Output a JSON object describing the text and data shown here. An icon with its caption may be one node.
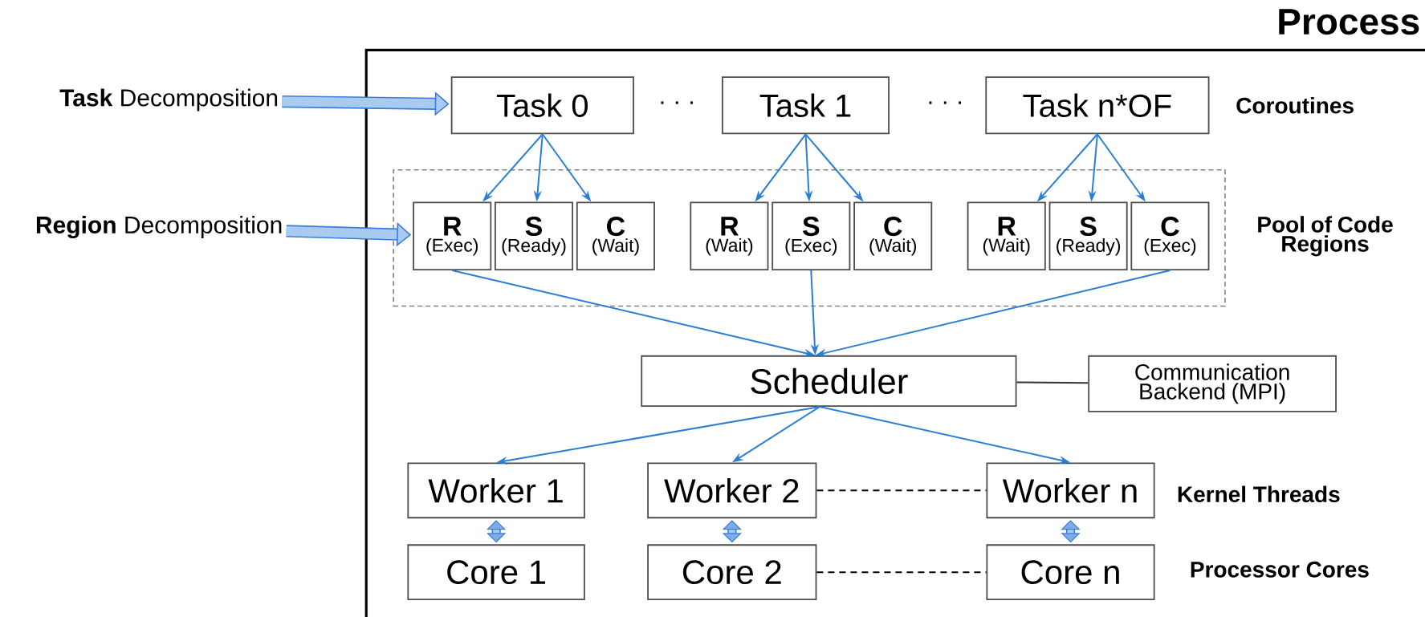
{
  "diagram": {
    "nodes": [
      {
        "text": [
          "Process"
        ]
      },
      {
        "text": [
          "**Task** Decomposition"
        ]
      },
      {
        "text": [
          "Task 0"
        ],
        "in": 0
      },
      {
        "text": [
          "Task 1"
        ],
        "in": 0
      },
      {
        "text": [
          "Task n*OF"
        ],
        "in": 0
      },
      {
        "text": [
          "**Region** Decomposition"
        ]
      },
      {
        "text": [
          "Pool of Code Regions"
        ],
        "in": 0
      },
      {
        "text": [
          "R",
          "(Exec)"
        ],
        "in": 6
      },
      {
        "text": [
          "S",
          "(Ready)"
        ],
        "in": 6
      },
      {
        "text": [
          "C",
          "(Wait)"
        ],
        "in": 6
      },
      {
        "text": [
          "R",
          "(Wait)"
        ],
        "in": 6
      },
      {
        "text": [
          "S",
          "(Exec)"
        ],
        "in": 6
      },
      {
        "text": [
          "C",
          "(Wait)"
        ],
        "in": 6
      },
      {
        "text": [
          "R",
          "(Wait)"
        ],
        "in": 6
      },
      {
        "text": [
          "S",
          "(Ready)"
        ],
        "in": 6
      },
      {
        "text": [
          "C",
          "(Exec)"
        ],
        "in": 6
      },
      {
        "text": [
          "Scheduler"
        ],
        "in": 0
      },
      {
        "text": [
          "Communication Backend (MPI)"
        ],
        "in": 0
      },
      {
        "text": [
          "Worker 1"
        ],
        "in": 0
      },
      {
        "text": [
          "Worker 2"
        ],
        "in": 0
      },
      {
        "text": [
          "Worker n"
        ],
        "in": 0
      },
      {
        "text": [
          "Core 1"
        ],
        "in": 0
      },
      {
        "text": [
          "Core 2"
        ],
        "in": 0
      },
      {
        "text": [
          "Core n"
        ],
        "in": 0
      }
    ],
    "edges": [
      {
        "from": 1,
        "to": 2,
        "arrow": "to",
        "style": "thick"
      },
      {
        "from": 2,
        "to": 7,
        "arrow": "to"
      },
      {
        "from": 2,
        "to": 8,
        "arrow": "to"
      },
      {
        "from": 2,
        "to": 9,
        "arrow": "to"
      },
      {
        "from": 3,
        "to": 10,
        "arrow": "to"
      },
      {
        "from": 3,
        "to": 11,
        "arrow": "to"
      },
      {
        "from": 3,
        "to": 12,
        "arrow": "to"
      },
      {
        "from": 4,
        "to": 13,
        "arrow": "to"
      },
      {
        "from": 4,
        "to": 14,
        "arrow": "to"
      },
      {
        "from": 4,
        "to": 15,
        "arrow": "to"
      },
      {
        "from": 5,
        "to": 7,
        "arrow": "to",
        "style": "thick"
      },
      {
        "from": 7,
        "to": 16,
        "arrow": "to"
      },
      {
        "from": 11,
        "to": 16,
        "arrow": "to"
      },
      {
        "from": 15,
        "to": 16,
        "arrow": "to"
      },
      {
        "from": 16,
        "to": 17,
        "arrow": "none",
        "color": "#333333"
      },
      {
        "from": 16,
        "to": 18,
        "arrow": "to"
      },
      {
        "from": 16,
        "to": 19,
        "arrow": "to"
      },
      {
        "from": 16,
        "to": 20,
        "arrow": "to"
      },
      {
        "from": 19,
        "to": 20,
        "arrow": "none",
        "style": "dashed",
        "color": "#000000"
      },
      {
        "from": 22,
        "to": 23,
        "arrow": "none",
        "style": "dashed",
        "color": "#000000"
      },
      {
        "from": 18,
        "to": 21,
        "arrow": "both",
        "style": "thick"
      },
      {
        "from": 19,
        "to": 22,
        "arrow": "both",
        "style": "thick"
      },
      {
        "from": 20,
        "to": 23,
        "arrow": "both",
        "style": "thick"
      }
    ],
    "labels": [
      "· · ·",
      "· · ·",
      "Coroutines",
      "Kernel Threads",
      "Processor Cores"
    ]
  }
}
